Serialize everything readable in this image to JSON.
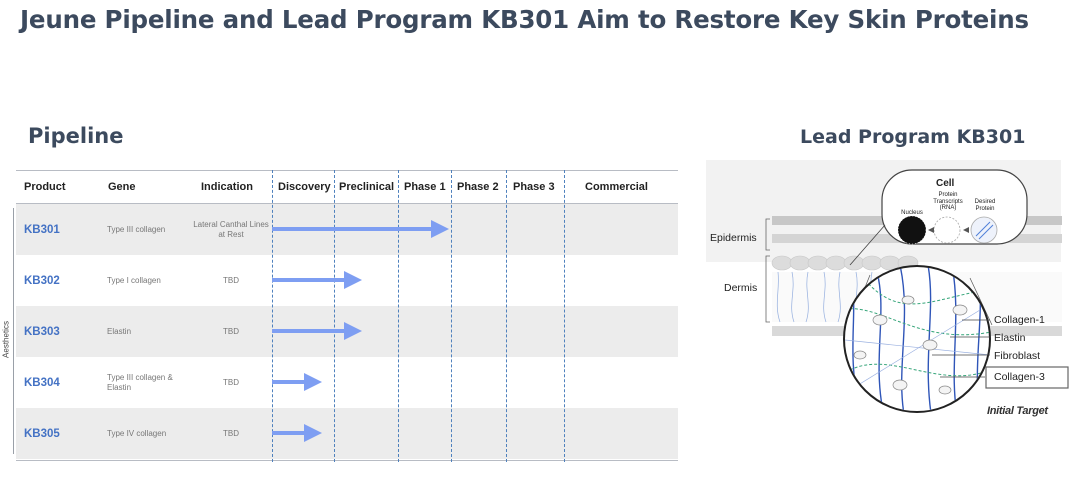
{
  "title": "Jeune Pipeline and Lead Program KB301 Aim to Restore Key Skin Proteins",
  "pipeline": {
    "heading": "Pipeline",
    "category": "Aesthetics",
    "columns": {
      "product": "Product",
      "gene": "Gene",
      "indication": "Indication",
      "phases": [
        "Discovery",
        "Preclinical",
        "Phase 1",
        "Phase 2",
        "Phase 3",
        "Commercial"
      ]
    },
    "rows": [
      {
        "product": "KB301",
        "gene": "Type III collagen",
        "indication": "Lateral Canthal Lines at Rest",
        "stage": "Phase 1"
      },
      {
        "product": "KB302",
        "gene": "Type I collagen",
        "indication": "TBD",
        "stage": "Preclinical"
      },
      {
        "product": "KB303",
        "gene": "Elastin",
        "indication": "TBD",
        "stage": "Preclinical"
      },
      {
        "product": "KB304",
        "gene": "Type III collagen & Elastin",
        "indication": "TBD",
        "stage": "Discovery"
      },
      {
        "product": "KB305",
        "gene": "Type IV collagen",
        "indication": "TBD",
        "stage": "Discovery"
      }
    ],
    "arrow_color": "#7e9ef2",
    "product_color": "#4472c4"
  },
  "lead_program": {
    "heading": "Lead Program KB301",
    "layers": {
      "epidermis": "Epidermis",
      "dermis": "Dermis"
    },
    "cell": {
      "title": "Cell",
      "nucleus": "Nucleus",
      "transcripts": "Protein Transcripts (RNA)",
      "desired": "Desired Protein"
    },
    "labels": {
      "collagen1": "Collagen-1",
      "elastin": "Elastin",
      "fibroblast": "Fibroblast",
      "collagen3": "Collagen-3"
    },
    "initial_target": "Initial Target"
  }
}
